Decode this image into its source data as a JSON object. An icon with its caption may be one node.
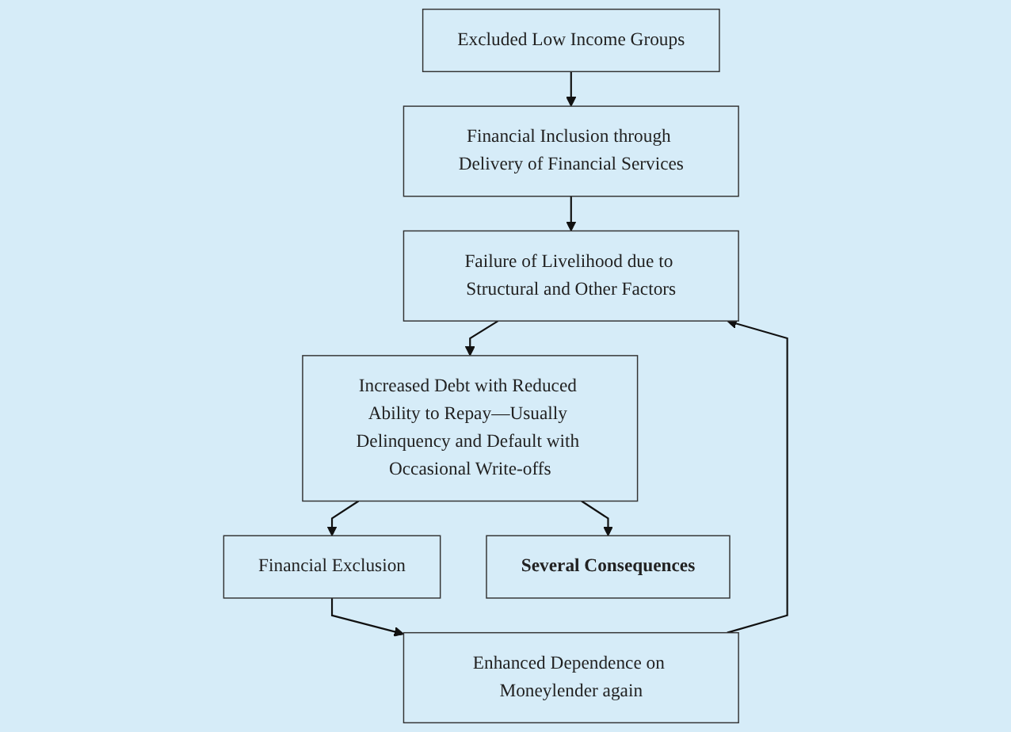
{
  "diagram": {
    "nodes": [
      {
        "text": [
          "Excluded Low Income Groups"
        ]
      },
      {
        "text": [
          "Financial Inclusion through Delivery of Financial Services"
        ]
      },
      {
        "text": [
          "Failure of Livelihood due to Structural and Other Factors"
        ]
      },
      {
        "text": [
          "Increased Debt with Reduced Ability to Repay—Usually Delinquency and Default with Occasional Write-offs"
        ]
      },
      {
        "text": [
          "Financial Exclusion"
        ]
      },
      {
        "text": [
          "Enhanced Dependence on Moneylender again"
        ]
      },
      {
        "text": [
          "Several Consequences"
        ]
      }
    ],
    "edges": [
      {
        "from": 0,
        "to": 1,
        "arrow": "to"
      },
      {
        "from": 1,
        "to": 2,
        "arrow": "to"
      },
      {
        "from": 2,
        "to": 3,
        "arrow": "to"
      },
      {
        "from": 3,
        "to": 4,
        "arrow": "to"
      },
      {
        "from": 4,
        "to": 5,
        "arrow": "to"
      },
      {
        "from": 3,
        "to": 6,
        "arrow": "to"
      },
      {
        "from": 5,
        "to": 2,
        "arrow": "to"
      }
    ]
  }
}
